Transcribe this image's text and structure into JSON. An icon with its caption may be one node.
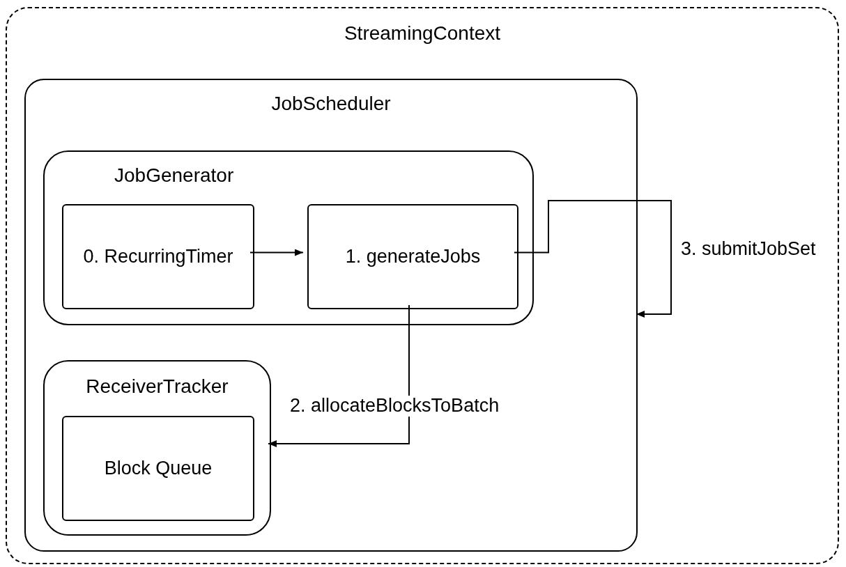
{
  "diagram": {
    "nodes": [
      {
        "text": [
          "StreamingContext"
        ]
      },
      {
        "text": [
          "JobScheduler"
        ],
        "in": 0
      },
      {
        "text": [
          "JobGenerator"
        ],
        "in": 1
      },
      {
        "text": [
          "0. RecurringTimer"
        ],
        "in": 2
      },
      {
        "text": [
          "1. generateJobs"
        ],
        "in": 2
      },
      {
        "text": [
          "ReceiverTracker"
        ],
        "in": 1
      },
      {
        "text": [
          "Block Queue"
        ],
        "in": 5
      }
    ],
    "edges": [
      {
        "from": 3,
        "to": 4,
        "arrow": "to"
      },
      {
        "from": 4,
        "to": 1,
        "arrow": "to",
        "label": "3. submitJobSet"
      },
      {
        "from": 4,
        "to": 5,
        "arrow": "to",
        "label": "2. allocateBlocksToBatch"
      }
    ]
  }
}
